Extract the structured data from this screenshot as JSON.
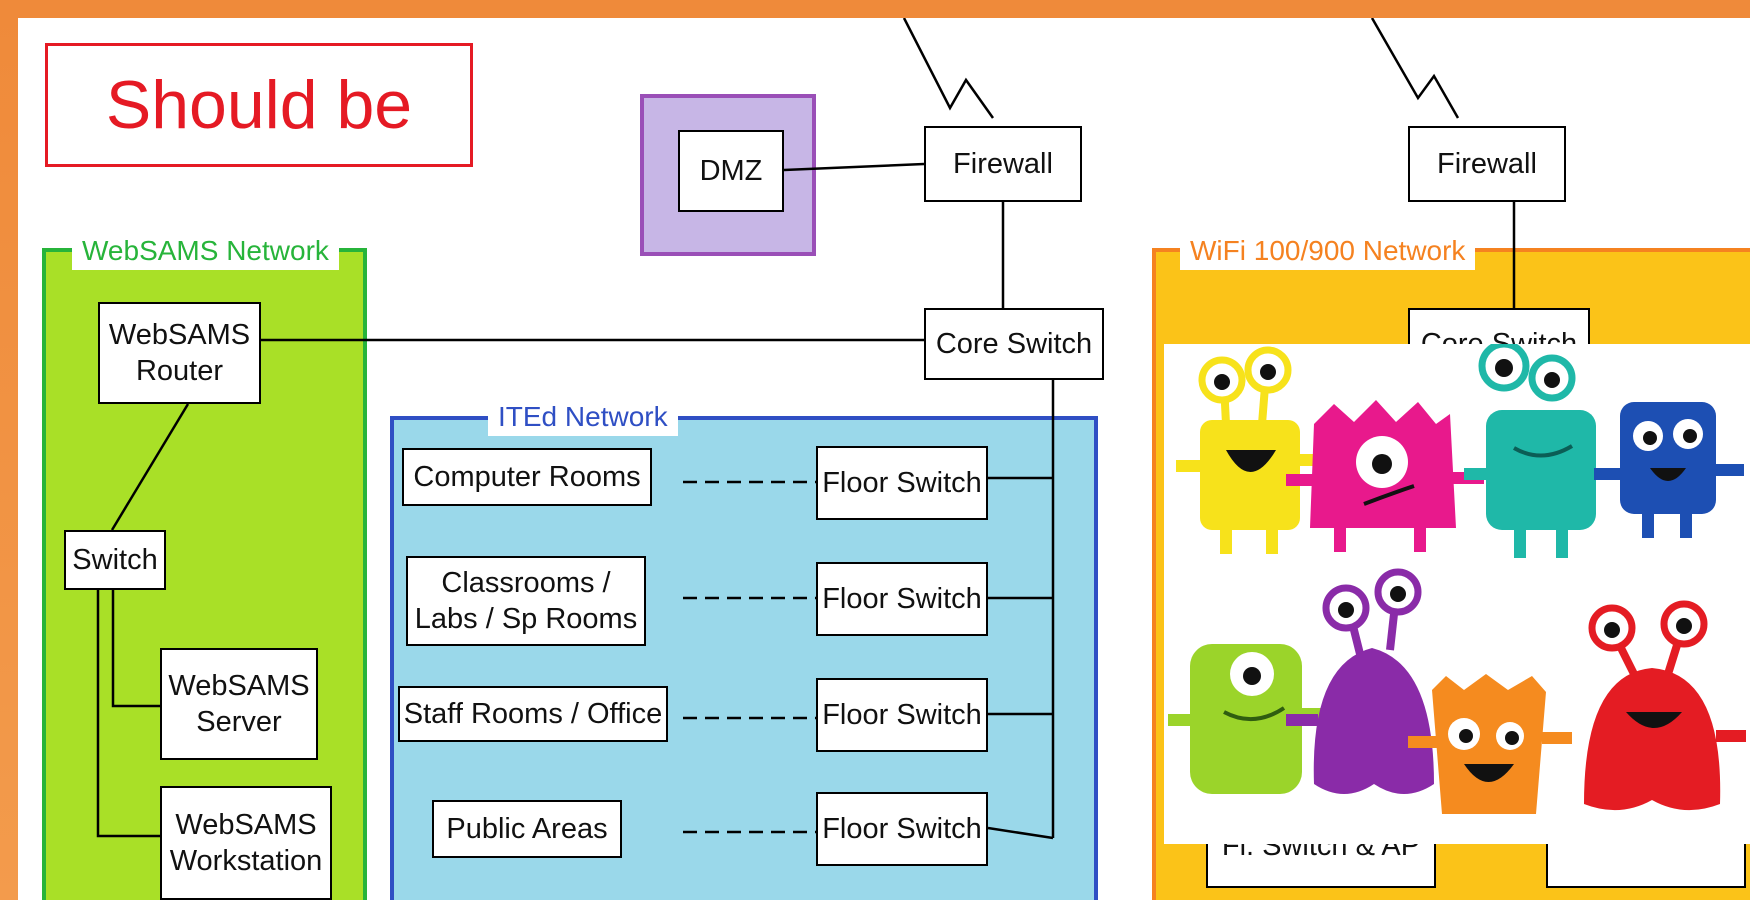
{
  "title": "Should be",
  "dmz": {
    "label": "DMZ"
  },
  "main": {
    "firewall": "Firewall",
    "core_switch": "Core Switch"
  },
  "websams": {
    "label": "WebSAMS Network",
    "router": "WebSAMS\nRouter",
    "switch": "Switch",
    "server": "WebSAMS\nServer",
    "workstation": "WebSAMS\nWorkstation"
  },
  "ited": {
    "label": "ITEd Network",
    "rooms": [
      "Computer Rooms",
      "Classrooms /\nLabs / Sp Rooms",
      "Staff Rooms / Office",
      "Public Areas"
    ],
    "floor_switch": "Floor Switch"
  },
  "wifi": {
    "label": "WiFi 100/900 Network",
    "firewall": "Firewall",
    "core_switch": "Core Switch",
    "bottom_partial": "Fl. Switch & AP"
  },
  "colors": {
    "frame": "#f08a38",
    "title_red": "#e51a24",
    "websams_fill": "#a9e027",
    "websams_border": "#27b43a",
    "ited_fill": "#9ad8ea",
    "ited_border": "#2f4fc4",
    "dmz_fill": "#c7b6e6",
    "dmz_border": "#9a4fb7",
    "wifi_fill": "#fbc318",
    "wifi_border": "#f58220"
  },
  "monsters": [
    {
      "name": "yellow-monster",
      "color": "#f7e21b"
    },
    {
      "name": "magenta-monster",
      "color": "#e8198c"
    },
    {
      "name": "teal-monster",
      "color": "#1fb8a8"
    },
    {
      "name": "blue-monster",
      "color": "#1d4fb3"
    },
    {
      "name": "green-monster",
      "color": "#9bd42a"
    },
    {
      "name": "purple-monster",
      "color": "#8a2ba8"
    },
    {
      "name": "orange-monster",
      "color": "#f58b1f"
    },
    {
      "name": "red-monster",
      "color": "#e41c23"
    }
  ]
}
